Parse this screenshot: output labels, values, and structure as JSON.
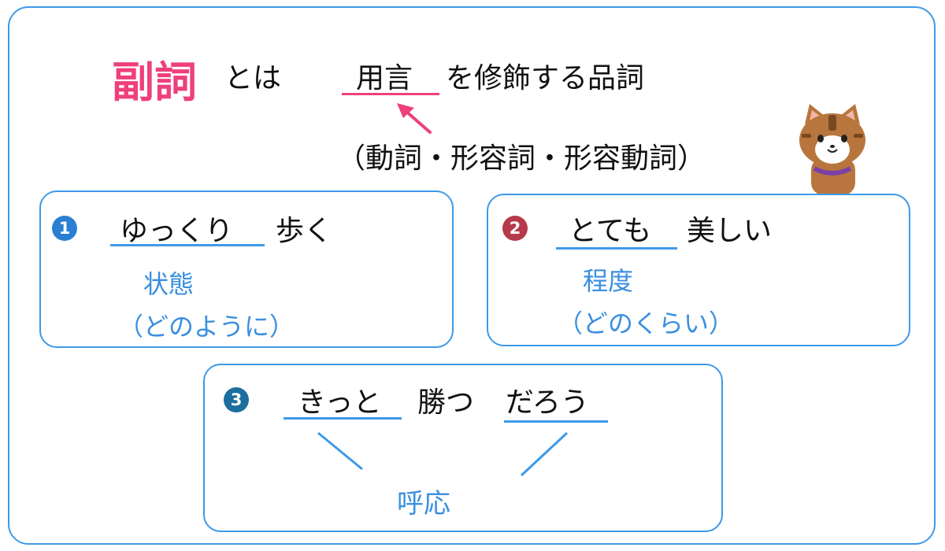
{
  "header": {
    "term": "副詞",
    "to_ha": "とは",
    "yougen": "用言",
    "definition_rest": "を修飾する品詞",
    "yougen_types": "（動詞・形容詞・形容動詞）"
  },
  "examples": [
    {
      "number": "1",
      "adverb": "ゆっくり",
      "rest": "歩く",
      "category": "状態",
      "question": "（どのように）"
    },
    {
      "number": "2",
      "adverb": "とても",
      "rest": "美しい",
      "category": "程度",
      "question": "（どのくらい）"
    },
    {
      "number": "3",
      "adverb": "きっと",
      "rest": "勝つ",
      "ending": "だろう",
      "category": "呼応"
    }
  ],
  "colors": {
    "accent_pink": "#ef3f7d",
    "accent_blue": "#3a8fe0",
    "badge1": "#2b7fd2",
    "badge2": "#b53a4a",
    "badge3": "#1c6e9e"
  },
  "icons": {
    "mascot": "cat-icon",
    "arrow": "arrow-icon"
  }
}
